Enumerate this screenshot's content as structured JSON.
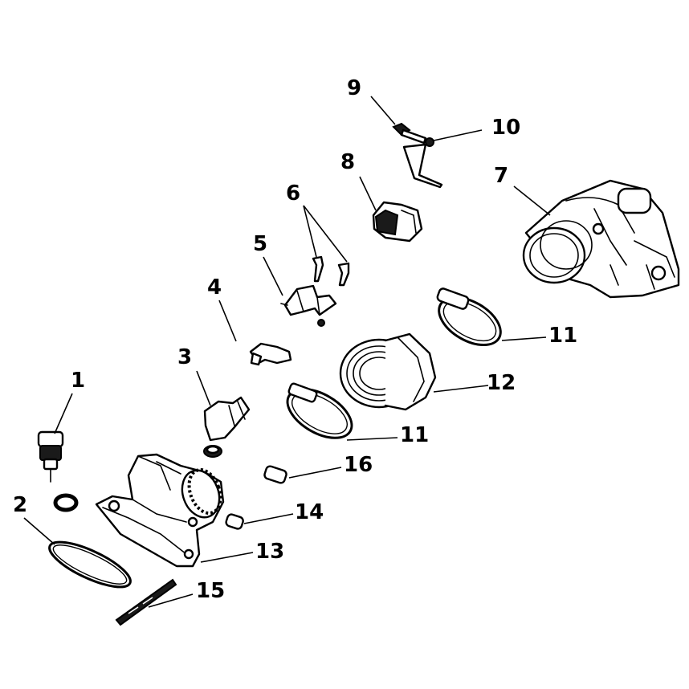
{
  "diagram": {
    "callouts": {
      "c1": "1",
      "c2": "2",
      "c3": "3",
      "c4": "4",
      "c5": "5",
      "c6": "6",
      "c7": "7",
      "c8": "8",
      "c9": "9",
      "c10": "10",
      "c11a": "11",
      "c11b": "11",
      "c12": "12",
      "c13": "13",
      "c14": "14",
      "c15": "15",
      "c16": "16"
    }
  }
}
